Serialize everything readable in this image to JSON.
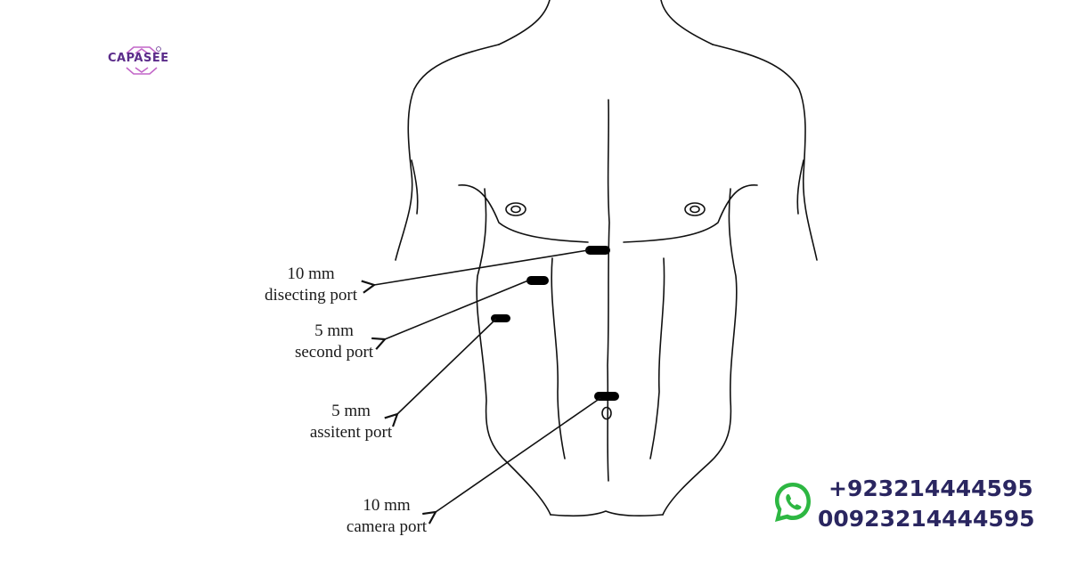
{
  "brand": {
    "name": "CAPASEE"
  },
  "ports": [
    {
      "size": "10 mm",
      "name": "disecting port"
    },
    {
      "size": "5 mm",
      "name": "second port"
    },
    {
      "size": "5 mm",
      "name": "assitent port"
    },
    {
      "size": "10 mm",
      "name": "camera port"
    }
  ],
  "contact": {
    "phone_1": "+923214444595",
    "phone_2": "00923214444595",
    "icon": "whatsapp-icon",
    "color": "#2a2660",
    "icon_color": "#2db742"
  }
}
